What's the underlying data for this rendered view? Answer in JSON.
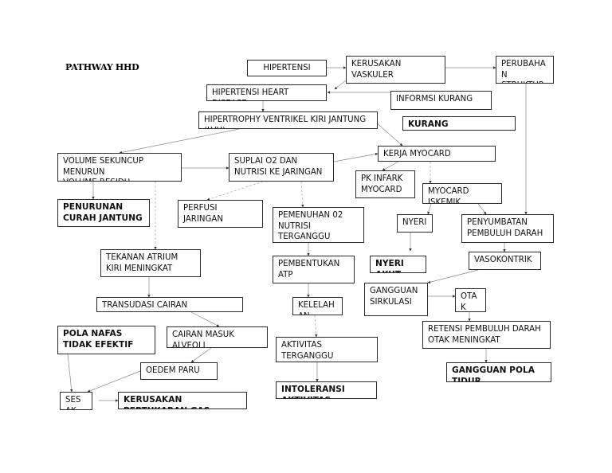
{
  "title": "PATHWAY HHD",
  "nodes": {
    "hipertensi": "HIPERTENSI",
    "kerusakan_vaskuler": "KERUSAKAN\nVASKULER",
    "perubahan_struktur": "PERUBAHA\nN\nSTRUKTUR",
    "hipertensi_heart_disease": "HIPERTENSI HEART\nDISEASE",
    "informasi_kurang": "INFORMSI KURANG",
    "hipertrophy": "HIPERTROPHY VENTRIKEL KIRI JANTUNG\n(LVH)",
    "kurang": "KURANG",
    "kerja_myocard": "KERJA MYOCARD",
    "volume_sekuncup": "VOLUME SEKUNCUP\nMENURUN\nVOLUME RESIDU",
    "suplai_o2": "SUPLAI O2 DAN\nNUTRISI KE JARINGAN",
    "pk_infark": "PK INFARK\nMYOCARD",
    "myocard_iskemik": "MYOCARD\nISKEMIK",
    "penurunan_curah": "PENURUNAN\nCURAH JANTUNG",
    "perfusi_jaringan": "PERFUSI\nJARINGAN",
    "pemenuhan_o2": "PEMENUHAN 02\nNUTRISI\nTERGANGGU",
    "nyeri": "NYERI",
    "penyumbatan": "PENYUMBATAN\nPEMBULUH DARAH",
    "tekanan_atrium": "TEKANAN ATRIUM\nKIRI MENINGKAT",
    "pembentukan_atp": "PEMBENTUKAN\nATP",
    "nyeri_akut": "NYERI\nAKUT",
    "vasokontriksi": "VASOKONTRIK",
    "gangguan_sirkulasi": "GANGGUAN\nSIRKULASI",
    "otak": "OTA\nK",
    "transudasi": "TRANSUDASI CAIRAN",
    "kelelahan": "KELELAH\nAN",
    "retensi": "RETENSI PEMBULUH DARAH\nOTAK MENINGKAT",
    "pola_nafas": "POLA NAFAS\nTIDAK EFEKTIF",
    "cairan_alveoli": "CAIRAN MASUK\nALVEOLI",
    "aktivitas": "AKTIVITAS\nTERGANGGU",
    "oedem_paru": "OEDEM PARU",
    "gangguan_pola_tidur": "GANGGUAN POLA\nTIDUR",
    "sesak": "SES\nAK",
    "kerusakan_pertukaran": "KERUSAKAN\nPERTUKARAN GAS",
    "intoleransi": "INTOLERANSI\nAKTIVITAS"
  }
}
